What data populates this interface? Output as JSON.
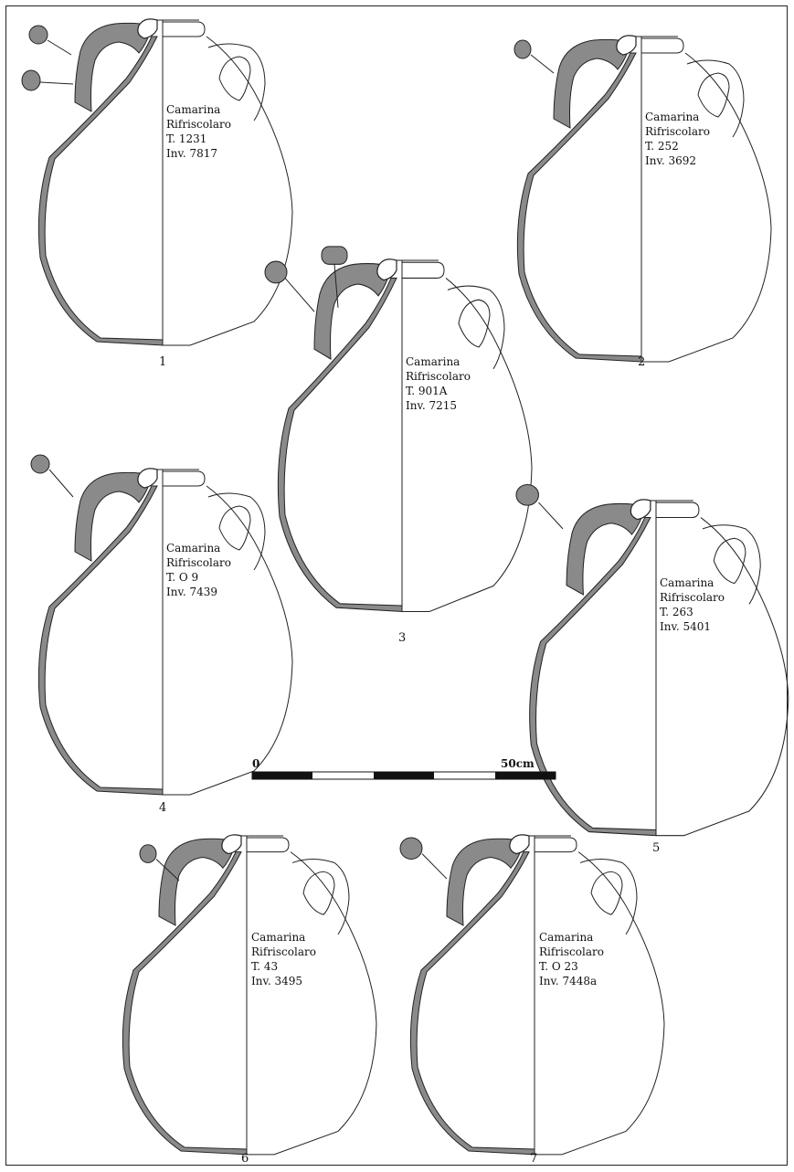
{
  "vessels": [
    {
      "id": "1",
      "number": "1",
      "site": "Camarina",
      "necropolis": "Rifriscolaro",
      "tomb": "T. 1231",
      "inventory": "Inv. 7817"
    },
    {
      "id": "2",
      "number": "2",
      "site": "Camarina",
      "necropolis": "Rifriscolaro",
      "tomb": "T. 252",
      "inventory": "Inv. 3692"
    },
    {
      "id": "3",
      "number": "3",
      "site": "Camarina",
      "necropolis": "Rifriscolaro",
      "tomb": "T. 901A",
      "inventory": "Inv. 7215"
    },
    {
      "id": "4",
      "number": "4",
      "site": "Camarina",
      "necropolis": "Rifriscolaro",
      "tomb": "T. O 9",
      "inventory": "Inv. 7439"
    },
    {
      "id": "5",
      "number": "5",
      "site": "Camarina",
      "necropolis": "Rifriscolaro",
      "tomb": "T. 263",
      "inventory": "Inv. 5401"
    },
    {
      "id": "6",
      "number": "6",
      "site": "Camarina",
      "necropolis": "Rifriscolaro",
      "tomb": "T. 43",
      "inventory": "Inv. 3495"
    },
    {
      "id": "7",
      "number": "7",
      "site": "Camarina",
      "necropolis": "Rifriscolaro",
      "tomb": "T. O 23",
      "inventory": "Inv. 7448a"
    }
  ],
  "scale_bar": {
    "start_label": "0",
    "end_label": "50cm"
  },
  "colors": {
    "section_fill": "#8a8a8a",
    "outline": "#222222",
    "background": "#ffffff"
  }
}
